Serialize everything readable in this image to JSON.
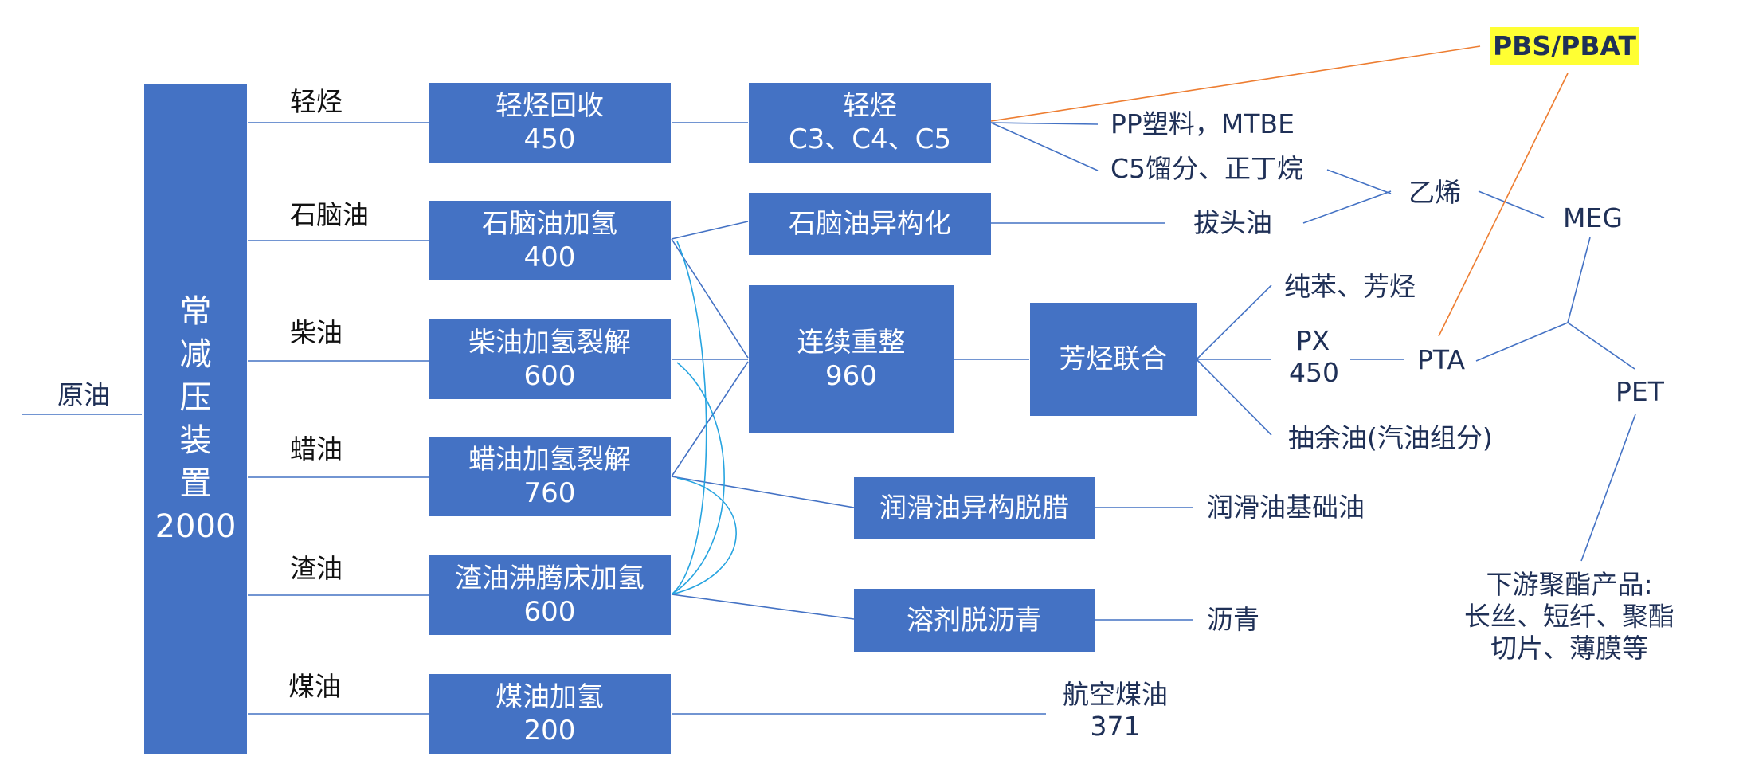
{
  "diagram": {
    "title": "",
    "colors": {
      "box_fill": "#4472c4",
      "box_text": "#ffffff",
      "arrow": "#4472c4",
      "recycle_arrow": "#27a4e0",
      "highlight_arrow": "#ed7d31",
      "product_text": "#1f3057",
      "highlight_bg": "#ffff33"
    },
    "input": {
      "label": "原油"
    },
    "cdu": {
      "lines": [
        "常",
        "减",
        "压",
        "装",
        "置",
        "2000"
      ]
    },
    "streams": [
      {
        "id": "light",
        "label": "轻烃"
      },
      {
        "id": "naphtha",
        "label": "石脑油"
      },
      {
        "id": "diesel",
        "label": "柴油"
      },
      {
        "id": "wax",
        "label": "蜡油"
      },
      {
        "id": "residue",
        "label": "渣油"
      },
      {
        "id": "kerosene",
        "label": "煤油"
      }
    ],
    "units": {
      "light_recovery": {
        "name": "轻烃回收",
        "capacity": "450"
      },
      "naphtha_hydro": {
        "name": "石脑油加氢",
        "capacity": "400"
      },
      "diesel_hc": {
        "name": "柴油加氢裂解",
        "capacity": "600"
      },
      "wax_hc": {
        "name": "蜡油加氢裂解",
        "capacity": "760"
      },
      "residue_ebullated": {
        "name": "渣油沸腾床加氢",
        "capacity": "600"
      },
      "kerosene_hydro": {
        "name": "煤油加氢",
        "capacity": "200"
      },
      "light_hc": {
        "name": "轻烃",
        "detail": "C3、C4、C5"
      },
      "naphtha_isom": {
        "name": "石脑油异构化"
      },
      "ccr": {
        "name": "连续重整",
        "capacity": "960"
      },
      "aromatics": {
        "name": "芳烃联合"
      },
      "lube_dewax": {
        "name": "润滑油异构脱腊"
      },
      "solvent_deasphalt": {
        "name": "溶剂脱沥青"
      }
    },
    "products": {
      "pp_mtbe": "PP塑料，MTBE",
      "c5": "C5馏分、正丁烷",
      "topping_oil": "拔头油",
      "ethylene": "乙烯",
      "meg": "MEG",
      "benzene": "纯苯、芳烃",
      "px": {
        "name": "PX",
        "capacity": "450"
      },
      "pta": "PTA",
      "raffinate": "抽余油(汽油组分)",
      "pet": "PET",
      "lube_base": "润滑油基础油",
      "asphalt": "沥青",
      "jet_fuel": {
        "name": "航空煤油",
        "capacity": "371"
      },
      "pbs_pbat": "PBS/PBAT",
      "downstream": [
        "下游聚酯产品:",
        "长丝、短纤、聚酯",
        "切片、薄膜等"
      ]
    }
  }
}
